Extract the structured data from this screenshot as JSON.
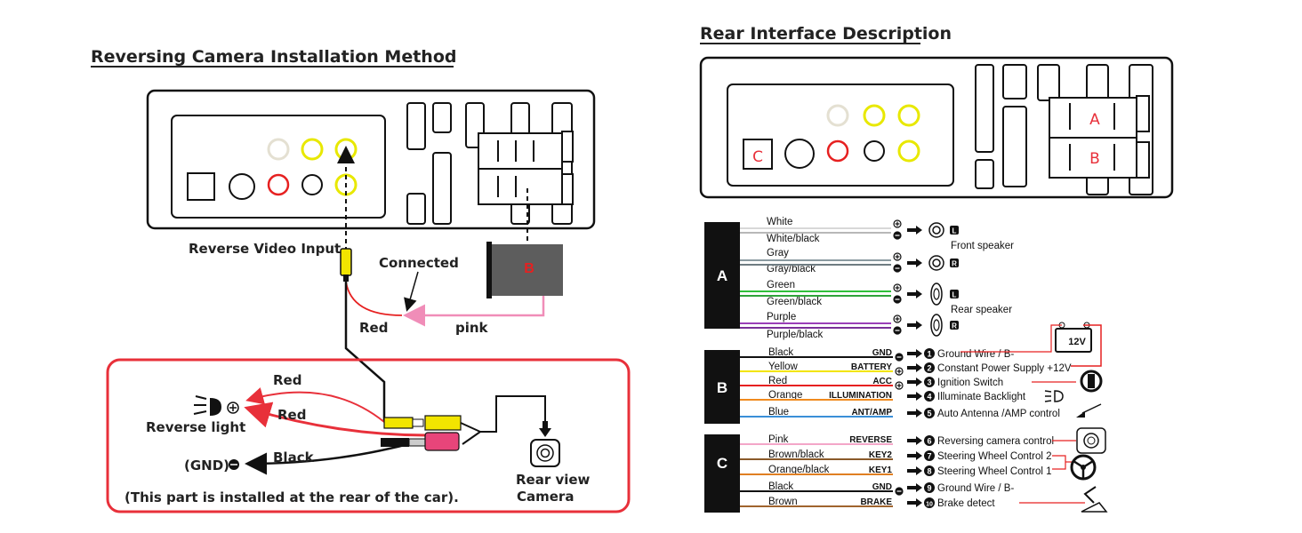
{
  "left": {
    "title": "Reversing Camera Installation Method",
    "label_reverse_video_input": "Reverse Video Input",
    "label_connected": "Connected",
    "label_red_top": "Red",
    "label_pink": "pink",
    "connector_b": "B",
    "box": {
      "red_1": "Red",
      "red_2": "Red",
      "black": "Black",
      "reverse_light": "Reverse light",
      "gnd": "(GND)",
      "rear_view_camera_1": "Rear view",
      "rear_view_camera_2": "Camera",
      "note": "(This part is installed at the rear of the car)."
    }
  },
  "right": {
    "title": "Rear Interface Description",
    "panel_labels": {
      "a": "A",
      "b": "B",
      "c": "C"
    },
    "group_a": {
      "label": "A",
      "wires": [
        {
          "name": "White",
          "color": "#d8d8d8"
        },
        {
          "name": "White/black",
          "color": "#b8b8b8"
        },
        {
          "name": "Gray",
          "color": "#8a9aa0"
        },
        {
          "name": "Gray/black",
          "color": "#6f7c82"
        },
        {
          "name": "Green",
          "color": "#2fbf3a"
        },
        {
          "name": "Green/black",
          "color": "#2fa23a"
        },
        {
          "name": "Purple",
          "color": "#9a3fb8"
        },
        {
          "name": "Purple/black",
          "color": "#7a2f98"
        }
      ],
      "front_speaker": "Front speaker",
      "rear_speaker": "Rear speaker",
      "speaker_marks": [
        "L",
        "R",
        "L",
        "R"
      ]
    },
    "group_b": {
      "label": "B",
      "wires": [
        {
          "name": "Black",
          "tag": "GND",
          "color": "#111111",
          "fn": "Ground Wire / B-",
          "num": "1"
        },
        {
          "name": "Yellow",
          "tag": "BATTERY",
          "color": "#f2e500",
          "fn": "Constant Power Supply +12V",
          "num": "2"
        },
        {
          "name": "Red",
          "tag": "ACC",
          "color": "#e62020",
          "fn": "Ignition Switch",
          "num": "3"
        },
        {
          "name": "Orange",
          "tag": "ILLUMINATION",
          "color": "#f08a1e",
          "fn": "Illuminate Backlight",
          "num": "4"
        },
        {
          "name": "Blue",
          "tag": "ANT/AMP",
          "color": "#3a8fd8",
          "fn": "Auto Antenna /AMP control",
          "num": "5"
        }
      ],
      "battery_label": "12V"
    },
    "group_c": {
      "label": "C",
      "wires": [
        {
          "name": "Pink",
          "tag": "REVERSE",
          "color": "#f3a6c8",
          "fn": "Reversing camera control",
          "num": "6"
        },
        {
          "name": "Brown/black",
          "tag": "KEY2",
          "color": "#8a5a2a",
          "fn": "Steering Wheel Control 2",
          "num": "7"
        },
        {
          "name": "Orange/black",
          "tag": "KEY1",
          "color": "#e07f22",
          "fn": "Steering Wheel Control 1",
          "num": "8"
        },
        {
          "name": "Black",
          "tag": "GND",
          "color": "#111111",
          "fn": "Ground Wire / B-",
          "num": "9"
        },
        {
          "name": "Brown",
          "tag": "BRAKE",
          "color": "#a0642e",
          "fn": "Brake detect",
          "num": "10"
        }
      ]
    }
  }
}
